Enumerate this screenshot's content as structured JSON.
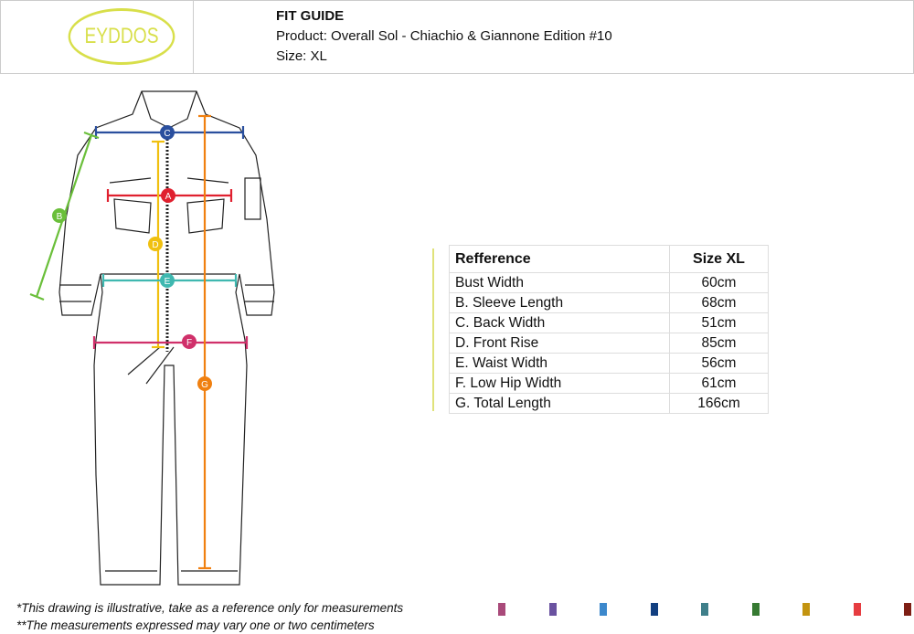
{
  "brand": {
    "logo_text": "EYDDOS",
    "logo_color": "#d8df4a"
  },
  "header": {
    "title": "FIT GUIDE",
    "product": "Product: Overall Sol - Chiachio & Giannone Edition #10",
    "size": "Size: XL"
  },
  "markers": {
    "A": "A",
    "B": "B",
    "C": "C",
    "D": "D",
    "E": "E",
    "F": "F",
    "G": "G"
  },
  "marker_colors": {
    "A": "#e0202f",
    "B": "#6abf3a",
    "C": "#2a4f9e",
    "D": "#f0c010",
    "E": "#3fb8b0",
    "F": "#d0306a",
    "G": "#f08010"
  },
  "table": {
    "headers": [
      "Refference",
      "Size XL"
    ],
    "rows": [
      {
        "label": "Bust Width",
        "value": "60cm"
      },
      {
        "label": "B.  Sleeve Length",
        "value": "68cm"
      },
      {
        "label": "C.  Back Width",
        "value": "51cm"
      },
      {
        "label": "D.  Front Rise",
        "value": "85cm"
      },
      {
        "label": "E.  Waist Width",
        "value": "56cm"
      },
      {
        "label": "F.   Low Hip Width",
        "value": "61cm"
      },
      {
        "label": "G.  Total Length",
        "value": "166cm"
      }
    ]
  },
  "notes": [
    "*This drawing is illustrative, take as a reference only for measurements",
    "**The measurements expressed may vary one or two centimeters"
  ],
  "swatches": [
    "#a94a7a",
    "#6a52a0",
    "#3c88cc",
    "#123f80",
    "#3f7f8a",
    "#367a32",
    "#c39410",
    "#e63c40",
    "#7e1e14"
  ]
}
